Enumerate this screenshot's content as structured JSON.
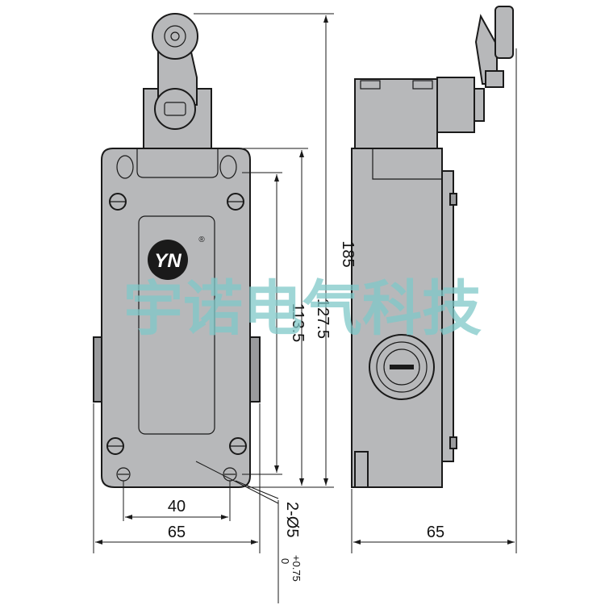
{
  "dimensions": {
    "overall_height": "185",
    "body_height": "127.5",
    "mount_spacing_vertical": "113.5",
    "mount_spacing_horizontal": "40",
    "front_width": "65",
    "side_depth": "65",
    "hole_prefix": "2-Ø5",
    "hole_tol_upper": "+0.75",
    "hole_tol_lower": "0"
  },
  "logo": {
    "text": "YN",
    "mark": "®"
  },
  "watermark": {
    "text": "宇诺电气科技"
  },
  "colors": {
    "body": "#b7b8ba",
    "outline": "#1a1a1a",
    "watermark": "#7fc8c8"
  }
}
